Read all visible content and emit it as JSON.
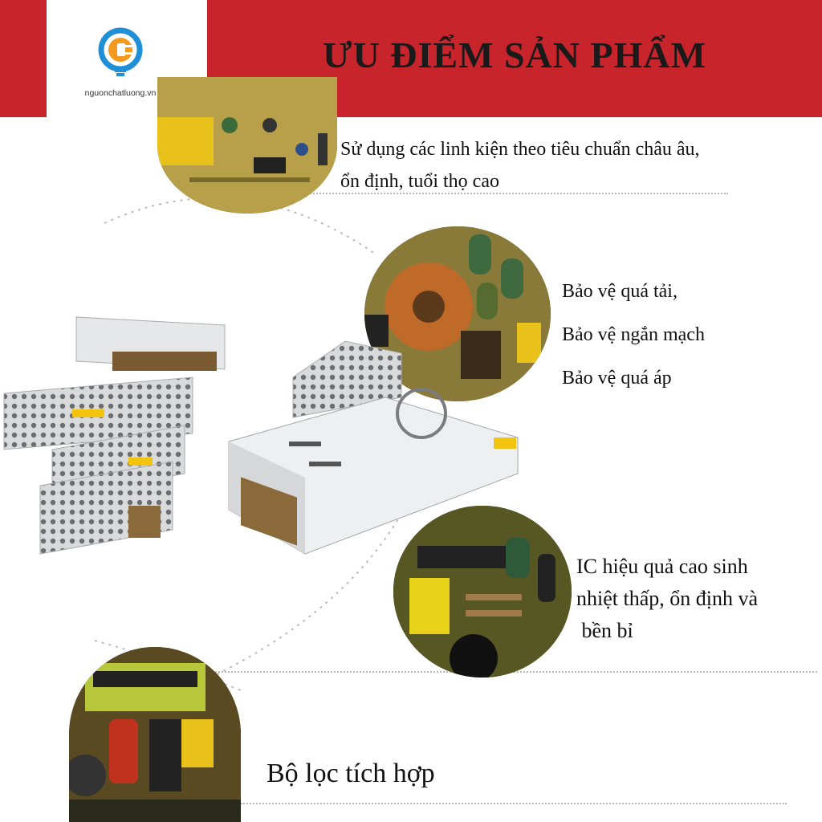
{
  "brand": {
    "logo_text": "nguonchatluong.vn",
    "colors": {
      "banner": "#c8242b",
      "logo_blue": "#1f8fd6",
      "logo_orange": "#f39a1e"
    }
  },
  "header": {
    "title": "ƯU ĐIỂM SẢN PHẨM"
  },
  "features": [
    {
      "lines": [
        "Sử dụng các linh kiện theo tiêu chuẩn châu âu,",
        "ổn định, tuổi thọ cao"
      ]
    },
    {
      "lines": [
        "Bảo vệ quá tải,",
        "Bảo vệ ngắn mạch",
        "Bảo vệ quá áp"
      ]
    },
    {
      "lines": [
        "IC hiệu quả cao sinh",
        "nhiệt thấp, ổn định và",
        " bền bỉ"
      ]
    },
    {
      "lines": [
        "Bộ lọc tích hợp"
      ]
    }
  ]
}
